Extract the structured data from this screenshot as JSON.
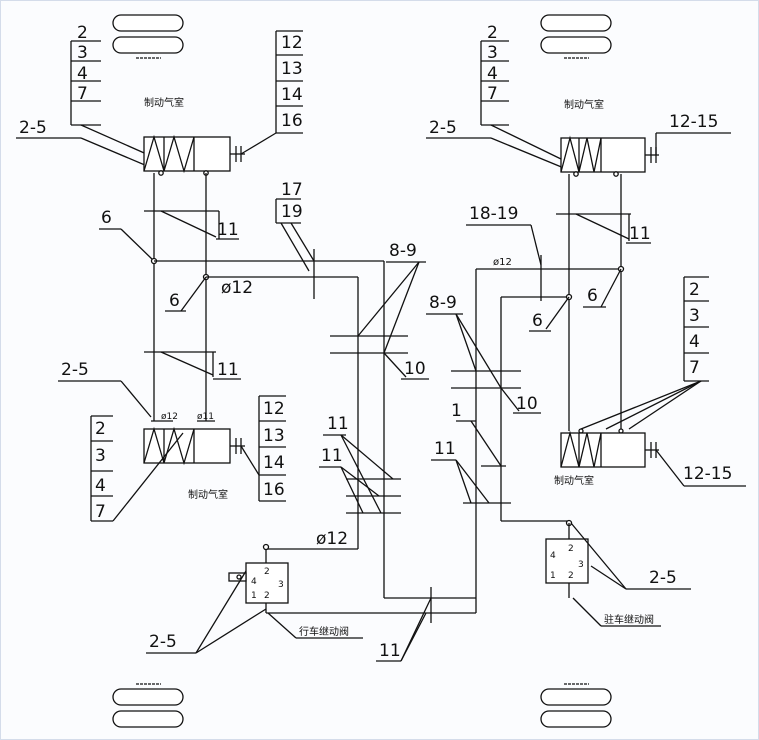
{
  "labels": {
    "tl_2": "2",
    "tl_3": "3",
    "tl_4": "4",
    "tl_7": "7",
    "tl_12": "12",
    "tl_13": "13",
    "tl_14": "14",
    "tl_16": "16",
    "tl_25": "2-5",
    "tl_chamber": "制动气室",
    "tr_2": "2",
    "tr_3": "3",
    "tr_4": "4",
    "tr_7": "7",
    "tr_25": "2-5",
    "tr_1215": "12-15",
    "tr_chamber": "制动气室",
    "bl_25": "2-5",
    "bl_2": "2",
    "bl_3": "3",
    "bl_4": "4",
    "bl_7": "7",
    "bl_12": "12",
    "bl_13": "13",
    "bl_14": "14",
    "bl_16": "16",
    "bl_chamber": "制动气室",
    "bl_phi12a": "ø12",
    "bl_phi12b": "ø11",
    "br_2": "2",
    "br_3": "3",
    "br_4": "4",
    "br_7": "7",
    "br_1215": "12-15",
    "br_chamber": "制动气室",
    "l_6a": "6",
    "l_11a": "11",
    "l_6b": "6",
    "l_phi12": "ø12",
    "l_11b": "11",
    "c_17": "17",
    "c_19": "19",
    "c_89a": "8-9",
    "c_10a": "10",
    "c_11a": "11",
    "c_11b": "11",
    "c_phi12": "ø12",
    "c_1819": "18-19",
    "c_phi12r": "ø12",
    "c_6c": "6",
    "c_6d": "6",
    "c_11r": "11",
    "c_89b": "8-9",
    "c_1": "1",
    "c_10b": "10",
    "c_11c": "11",
    "bot_25l": "2-5",
    "bot_11": "11",
    "bot_25r": "2-5",
    "valve_l": "行车继动阀",
    "valve_r": "驻车继动阀",
    "port_2": "2",
    "port_4": "4",
    "port_1": "1",
    "port_3": "3"
  }
}
